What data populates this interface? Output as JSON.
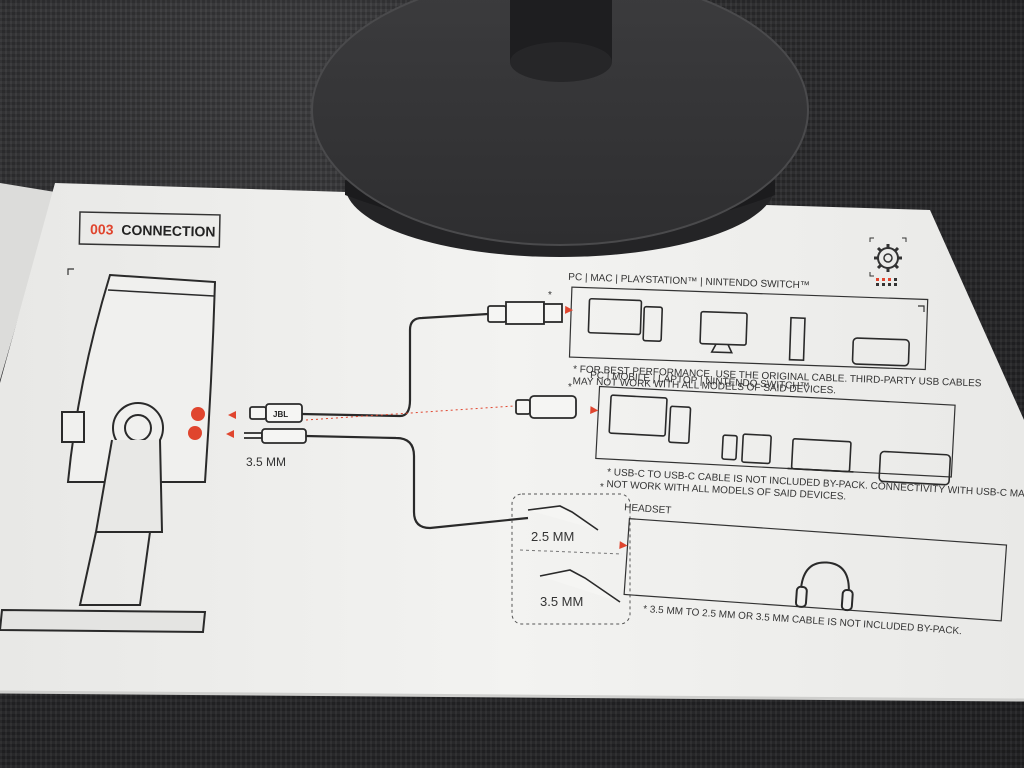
{
  "section": {
    "number": "003",
    "title": "CONNECTION"
  },
  "usb_a": {
    "asterisk": "*",
    "devices_label": "PC | MAC | PLAYSTATION™ | NINTENDO SWITCH™",
    "note_line1": "* FOR BEST PERFORMANCE, USE THE ORIGINAL CABLE. THIRD-PARTY USB CABLES",
    "note_line2": "MAY NOT WORK WITH ALL MODELS OF SAID DEVICES."
  },
  "usb_c": {
    "asterisk": "*",
    "devices_label": "PC | MOBILE | LAPTOP | NINTENDO SWITCH™",
    "note_line1": "* USB-C TO USB-C CABLE IS NOT INCLUDED BY-PACK. CONNECTIVITY WITH USB-C MAY",
    "note_line2": "NOT WORK WITH ALL MODELS OF SAID DEVICES."
  },
  "jack": {
    "label": "3.5 MM",
    "cable_brand": "JBL"
  },
  "headset": {
    "asterisk": "*",
    "title": "HEADSET",
    "option_a": "2.5 MM",
    "option_b": "3.5 MM",
    "note": "* 3.5 MM TO 2.5 MM OR 3.5 MM CABLE IS NOT INCLUDED BY-PACK."
  },
  "colors": {
    "accent_red": "#e0452e",
    "paper": "#f1f1ef",
    "ink": "#2a2a2a"
  },
  "icons": [
    "settings-gear-icon",
    "red-arrow-icon",
    "headphones-icon"
  ]
}
